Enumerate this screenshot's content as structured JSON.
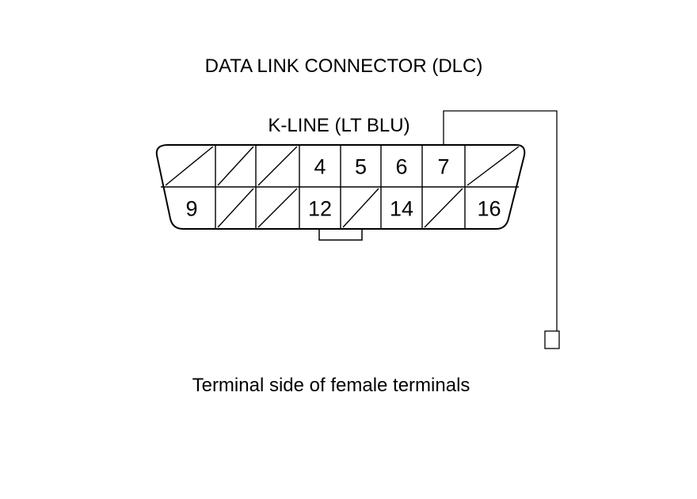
{
  "title": "DATA LINK CONNECTOR (DLC)",
  "wire_label": "K-LINE (LT BLU)",
  "caption": "Terminal side of female terminals",
  "pins_top": [
    "",
    "",
    "",
    "4",
    "5",
    "6",
    "7",
    ""
  ],
  "pins_bottom": [
    "9",
    "",
    "",
    "12",
    "",
    "14",
    "",
    "16"
  ],
  "line_color": "#000000"
}
